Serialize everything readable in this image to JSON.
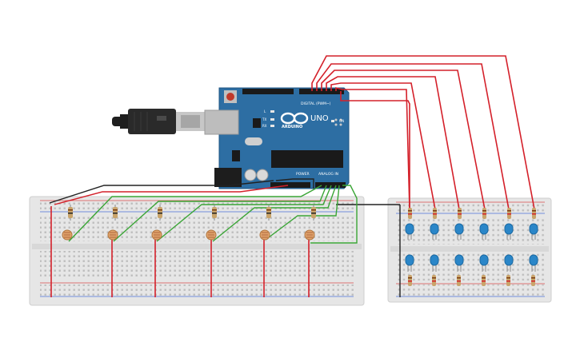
{
  "arduino": {
    "logo_text": "ARDUINO",
    "model": "UNO",
    "digital_label": "DIGITAL (PWM~)",
    "analog_label": "ANALOG IN",
    "power_label": "POWER",
    "on_label": "ON",
    "tx_label": "TX",
    "rx_label": "RX",
    "l_label": "L"
  },
  "colors": {
    "board": "#2d6ea3",
    "wire_red": "#d4202a",
    "wire_green": "#3aa536",
    "wire_black": "#222222",
    "breadboard": "#e6e6e6",
    "led": "#2a86c8",
    "resistor": "#c9a46b",
    "ldr": "#e0a46c"
  },
  "left_breadboard": {
    "ldr_count": 6,
    "resistor_count": 6
  },
  "right_breadboard": {
    "led_top_count": 6,
    "led_bottom_count": 6,
    "resistor_top_count": 6,
    "resistor_bottom_count": 6
  }
}
